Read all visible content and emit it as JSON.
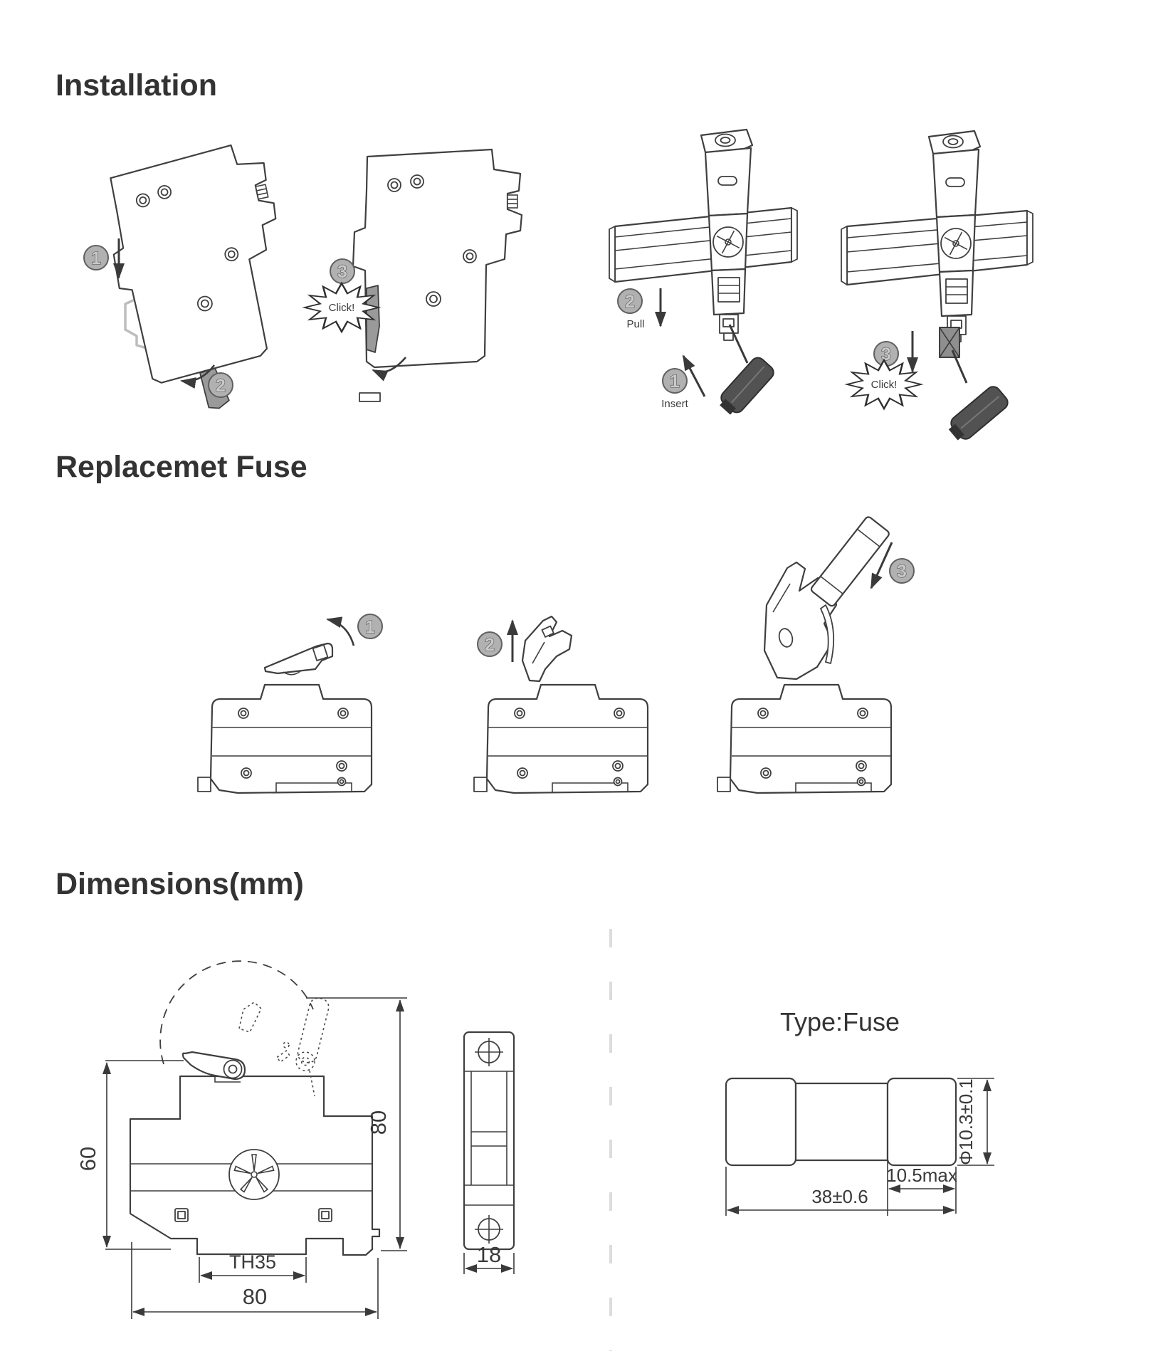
{
  "headings": {
    "installation": "Installation",
    "replacement": "Replacemet Fuse",
    "dimensions": "Dimensions(mm)"
  },
  "steps": {
    "s1": "1",
    "s2": "2",
    "s3": "3"
  },
  "labels": {
    "click": "Click!",
    "pull": "Pull",
    "insert": "Insert"
  },
  "dimensions": {
    "front_height": "60",
    "total_height": "80",
    "rail_standard": "TH35",
    "total_width": "80",
    "depth": "18"
  },
  "fuse": {
    "title": "Type:Fuse",
    "diameter": "Φ10.3±0.1",
    "cap_length": "10.5max",
    "body_length": "38±0.6"
  },
  "colors": {
    "line": "#3f3f3f",
    "step_circle": "#b1b1b1",
    "clip_gray": "#9a9a9a",
    "screwdriver": "#525252",
    "divider": "#dcdcdc"
  }
}
